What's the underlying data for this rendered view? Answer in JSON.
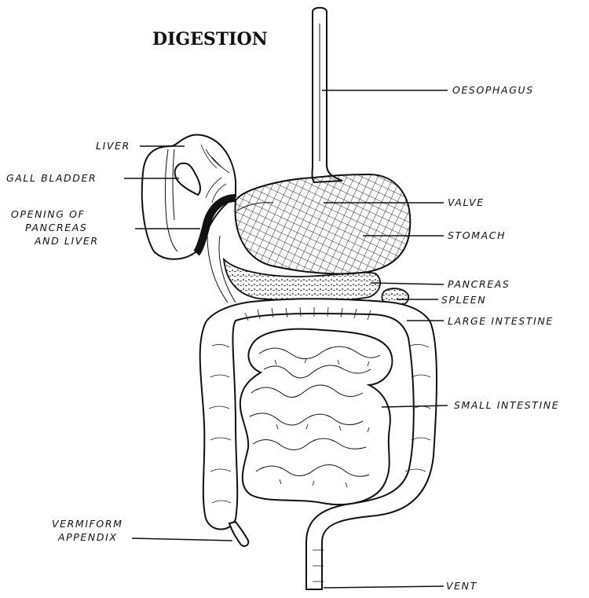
{
  "title": "DIGESTION",
  "labels": {
    "oesophagus": "OESOPHAGUS",
    "liver": "LIVER",
    "gall_bladder": "GALL BLADDER",
    "opening_line1": "OPENING OF",
    "opening_line2": "PANCREAS",
    "opening_line3": "AND LIVER",
    "valve": "VALVE",
    "stomach": "STOMACH",
    "pancreas": "PANCREAS",
    "spleen": "SPLEEN",
    "large_intestine": "LARGE INTESTINE",
    "small_intestine": "SMALL INTESTINE",
    "appendix_line1": "VERMIFORM",
    "appendix_line2": "APPENDIX",
    "vent": "VENT"
  }
}
